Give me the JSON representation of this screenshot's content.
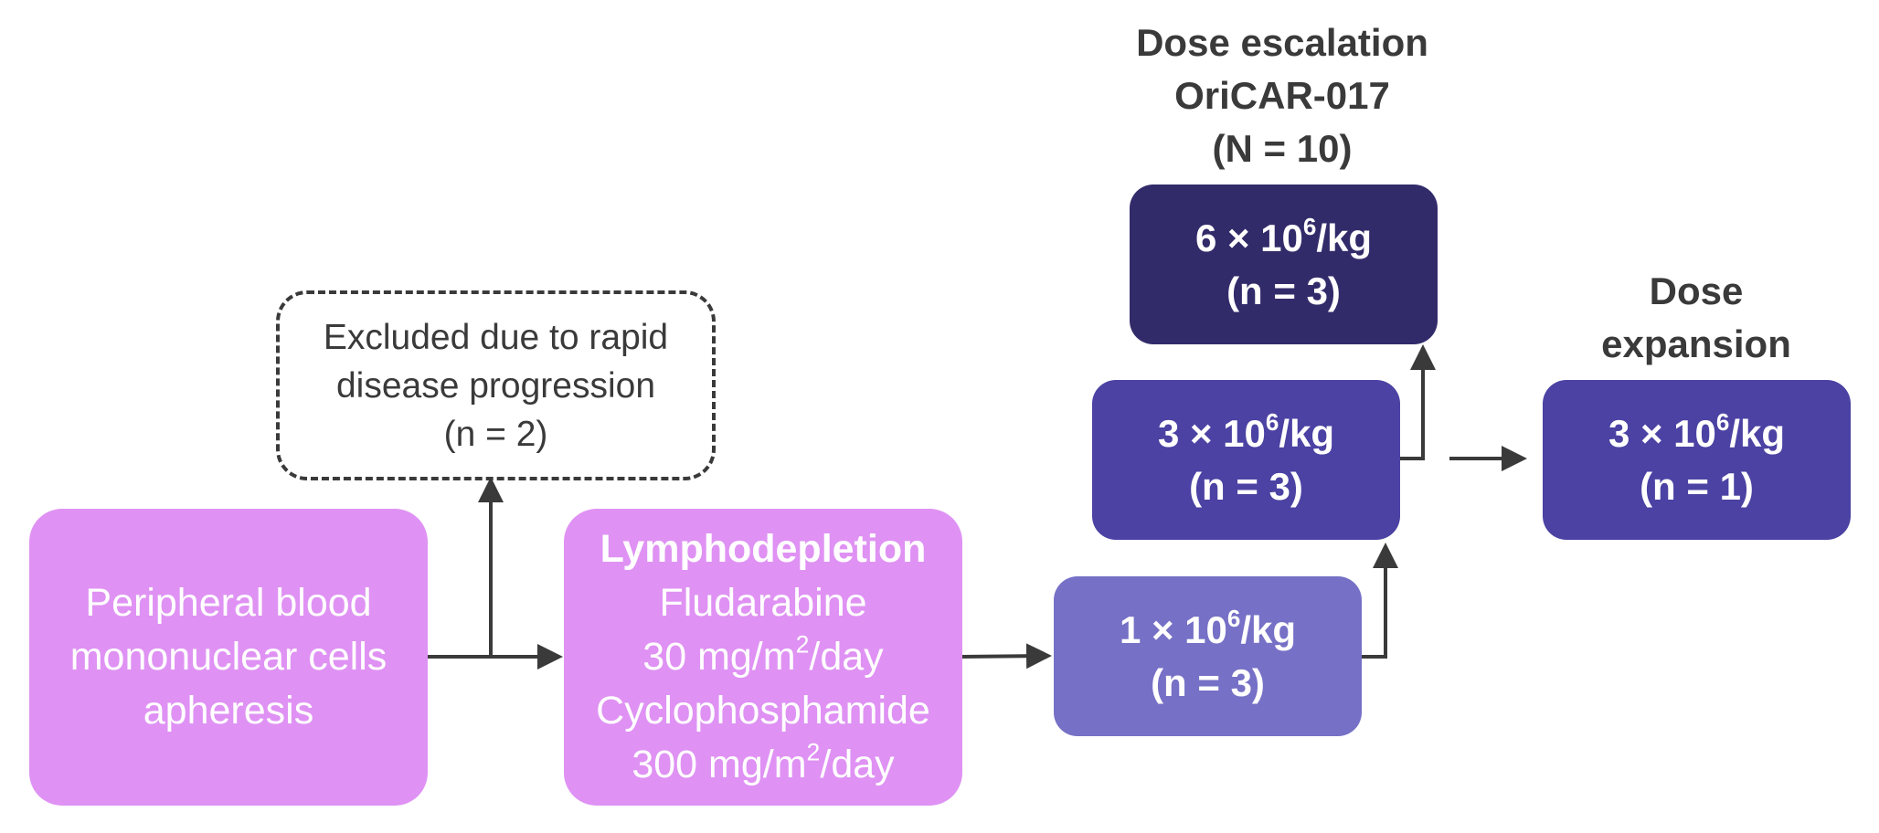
{
  "pbmc_box": {
    "lines": [
      "Peripheral blood",
      "mononuclear cells",
      "apheresis"
    ]
  },
  "excluded_box": {
    "lines": [
      "Excluded due to rapid",
      "disease progression",
      "(n = 2)"
    ]
  },
  "lymphodepletion_box": {
    "title": "Lymphodepletion",
    "drug1": "Fludarabine",
    "drug1_dose_a": "30 mg/m",
    "drug1_dose_exp": "2",
    "drug1_dose_b": "/day",
    "drug2": "Cyclophosphamide",
    "drug2_dose_a": "300 mg/m",
    "drug2_dose_exp": "2",
    "drug2_dose_b": "/day"
  },
  "dose_escalation_heading": {
    "lines": [
      "Dose escalation",
      "OriCAR-017",
      "(N = 10)"
    ]
  },
  "dose_expansion_heading": {
    "lines": [
      "Dose",
      "expansion"
    ]
  },
  "dose_levels": [
    {
      "base": "1 × 10",
      "exp": "6",
      "unit": "/kg",
      "n": "(n = 3)",
      "color": "#7670c6"
    },
    {
      "base": "3 × 10",
      "exp": "6",
      "unit": "/kg",
      "n": "(n = 3)",
      "color": "#4b42a3"
    },
    {
      "base": "6 × 10",
      "exp": "6",
      "unit": "/kg",
      "n": "(n = 3)",
      "color": "#322b6a"
    }
  ],
  "expansion_dose": {
    "base": "3 × 10",
    "exp": "6",
    "unit": "/kg",
    "n": "(n = 1)",
    "color": "#4b42a3"
  },
  "colors": {
    "pink": "#df92f3",
    "arrow": "#3a3a3a",
    "text_dark": "#3a3a3a"
  }
}
